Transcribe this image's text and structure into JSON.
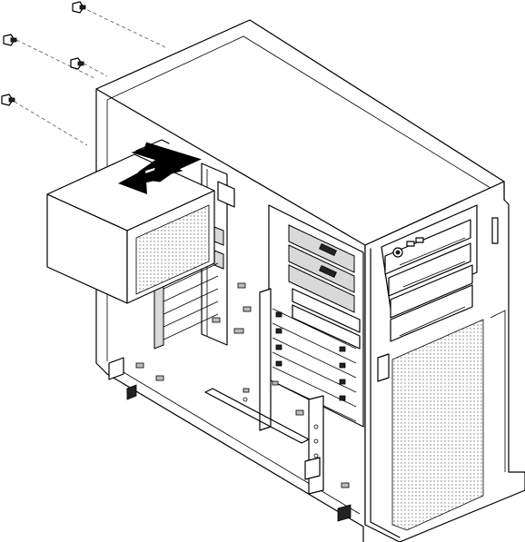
{
  "figure": {
    "screws": [
      {
        "name": "screw-1"
      },
      {
        "name": "screw-2"
      },
      {
        "name": "screw-3"
      },
      {
        "name": "screw-4"
      }
    ],
    "arrow_icon": "arrow-left-icon",
    "colors": {
      "line": "#000000",
      "fill": "#ffffff",
      "shade": "#d9d9d9",
      "arrow": "#000000"
    }
  }
}
